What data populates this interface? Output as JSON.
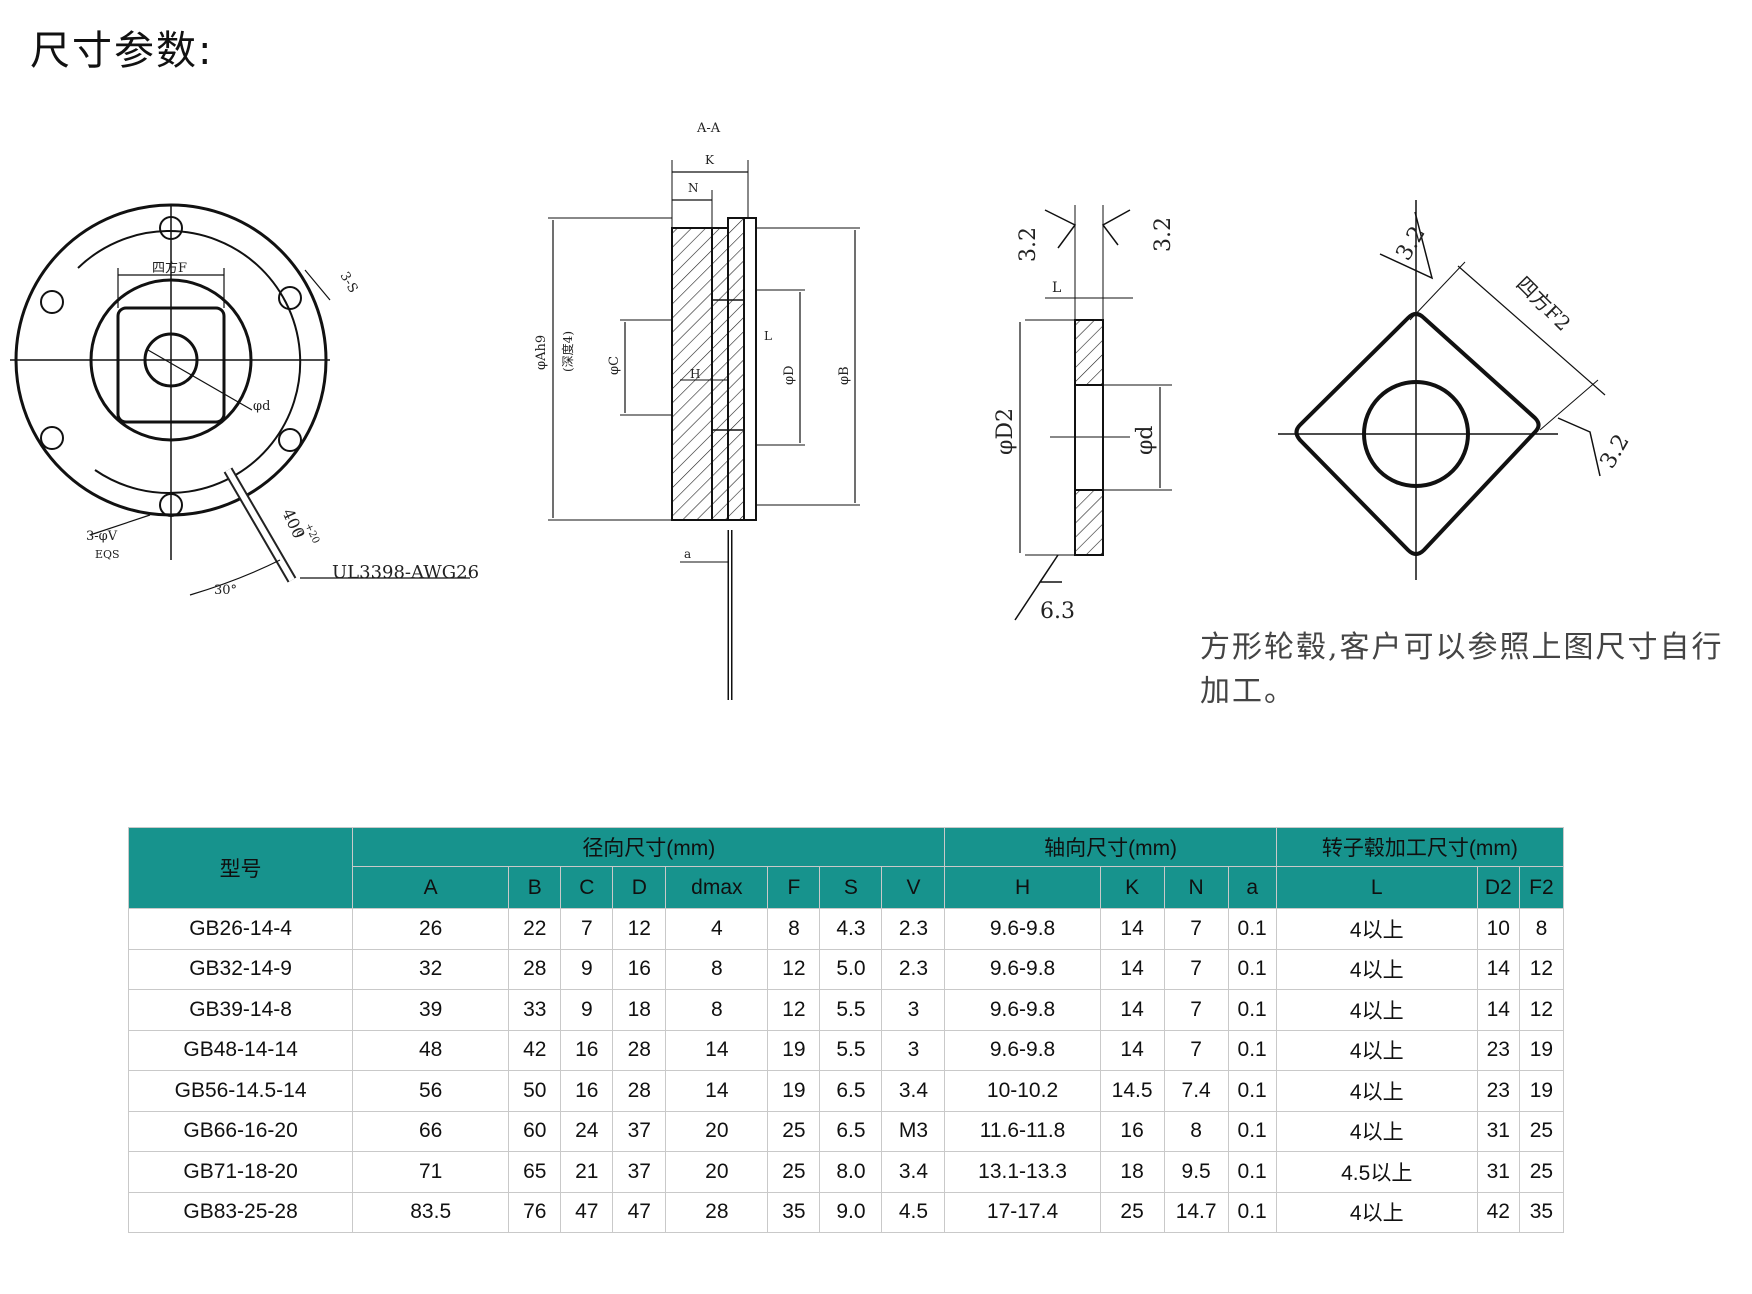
{
  "page": {
    "title": "尺寸参数:"
  },
  "drawing": {
    "front_view": {
      "labels": {
        "square_f": "四方F",
        "s": "3-S",
        "d": "φd",
        "v": "3-φV",
        "v_sub": "EQS",
        "lead_len": "400",
        "lead_tol_up": "+20",
        "lead_tol_dn": "0",
        "angle": "30°",
        "wire": "UL3398-AWG26"
      }
    },
    "section_view": {
      "labels": {
        "title": "A-A",
        "k": "K",
        "n": "N",
        "a_h9": "φAh9",
        "depth": "(深度4)",
        "c": "φC",
        "h": "H",
        "l": "L",
        "d": "φD",
        "b": "φB",
        "a": "a"
      }
    },
    "hub_side_view": {
      "labels": {
        "rough_left": "3.2",
        "rough_right": "3.2",
        "l": "L",
        "d2": "φD2",
        "d": "φd",
        "rough_bottom": "6.3"
      }
    },
    "hub_square_view": {
      "labels": {
        "rough_top": "3.2",
        "f2": "四方F2",
        "rough_right": "3.2"
      }
    },
    "note": "方形轮毂,客户可以参照上图尺寸自行加工。"
  },
  "table": {
    "model_header": "型号",
    "groups": [
      {
        "label": "径向尺寸(mm)",
        "span": 8
      },
      {
        "label": "轴向尺寸(mm)",
        "span": 4
      },
      {
        "label": "转子毂加工尺寸(mm)",
        "span": 3
      }
    ],
    "columns": [
      "A",
      "B",
      "C",
      "D",
      "dmax",
      "F",
      "S",
      "V",
      "H",
      "K",
      "N",
      "a",
      "L",
      "D2",
      "F2"
    ],
    "rows": [
      [
        "GB26-14-4",
        "26",
        "22",
        "7",
        "12",
        "4",
        "8",
        "4.3",
        "2.3",
        "9.6-9.8",
        "14",
        "7",
        "0.1",
        "4以上",
        "10",
        "8"
      ],
      [
        "GB32-14-9",
        "32",
        "28",
        "9",
        "16",
        "8",
        "12",
        "5.0",
        "2.3",
        "9.6-9.8",
        "14",
        "7",
        "0.1",
        "4以上",
        "14",
        "12"
      ],
      [
        "GB39-14-8",
        "39",
        "33",
        "9",
        "18",
        "8",
        "12",
        "5.5",
        "3",
        "9.6-9.8",
        "14",
        "7",
        "0.1",
        "4以上",
        "14",
        "12"
      ],
      [
        "GB48-14-14",
        "48",
        "42",
        "16",
        "28",
        "14",
        "19",
        "5.5",
        "3",
        "9.6-9.8",
        "14",
        "7",
        "0.1",
        "4以上",
        "23",
        "19"
      ],
      [
        "GB56-14.5-14",
        "56",
        "50",
        "16",
        "28",
        "14",
        "19",
        "6.5",
        "3.4",
        "10-10.2",
        "14.5",
        "7.4",
        "0.1",
        "4以上",
        "23",
        "19"
      ],
      [
        "GB66-16-20",
        "66",
        "60",
        "24",
        "37",
        "20",
        "25",
        "6.5",
        "M3",
        "11.6-11.8",
        "16",
        "8",
        "0.1",
        "4以上",
        "31",
        "25"
      ],
      [
        "GB71-18-20",
        "71",
        "65",
        "21",
        "37",
        "20",
        "25",
        "8.0",
        "3.4",
        "13.1-13.3",
        "18",
        "9.5",
        "0.1",
        "4.5以上",
        "31",
        "25"
      ],
      [
        "GB83-25-28",
        "83.5",
        "76",
        "47",
        "47",
        "28",
        "35",
        "9.0",
        "4.5",
        "17-17.4",
        "25",
        "14.7",
        "0.1",
        "4以上",
        "42",
        "35"
      ]
    ]
  },
  "colors": {
    "header_bg": "#17938d",
    "line": "#111111"
  }
}
